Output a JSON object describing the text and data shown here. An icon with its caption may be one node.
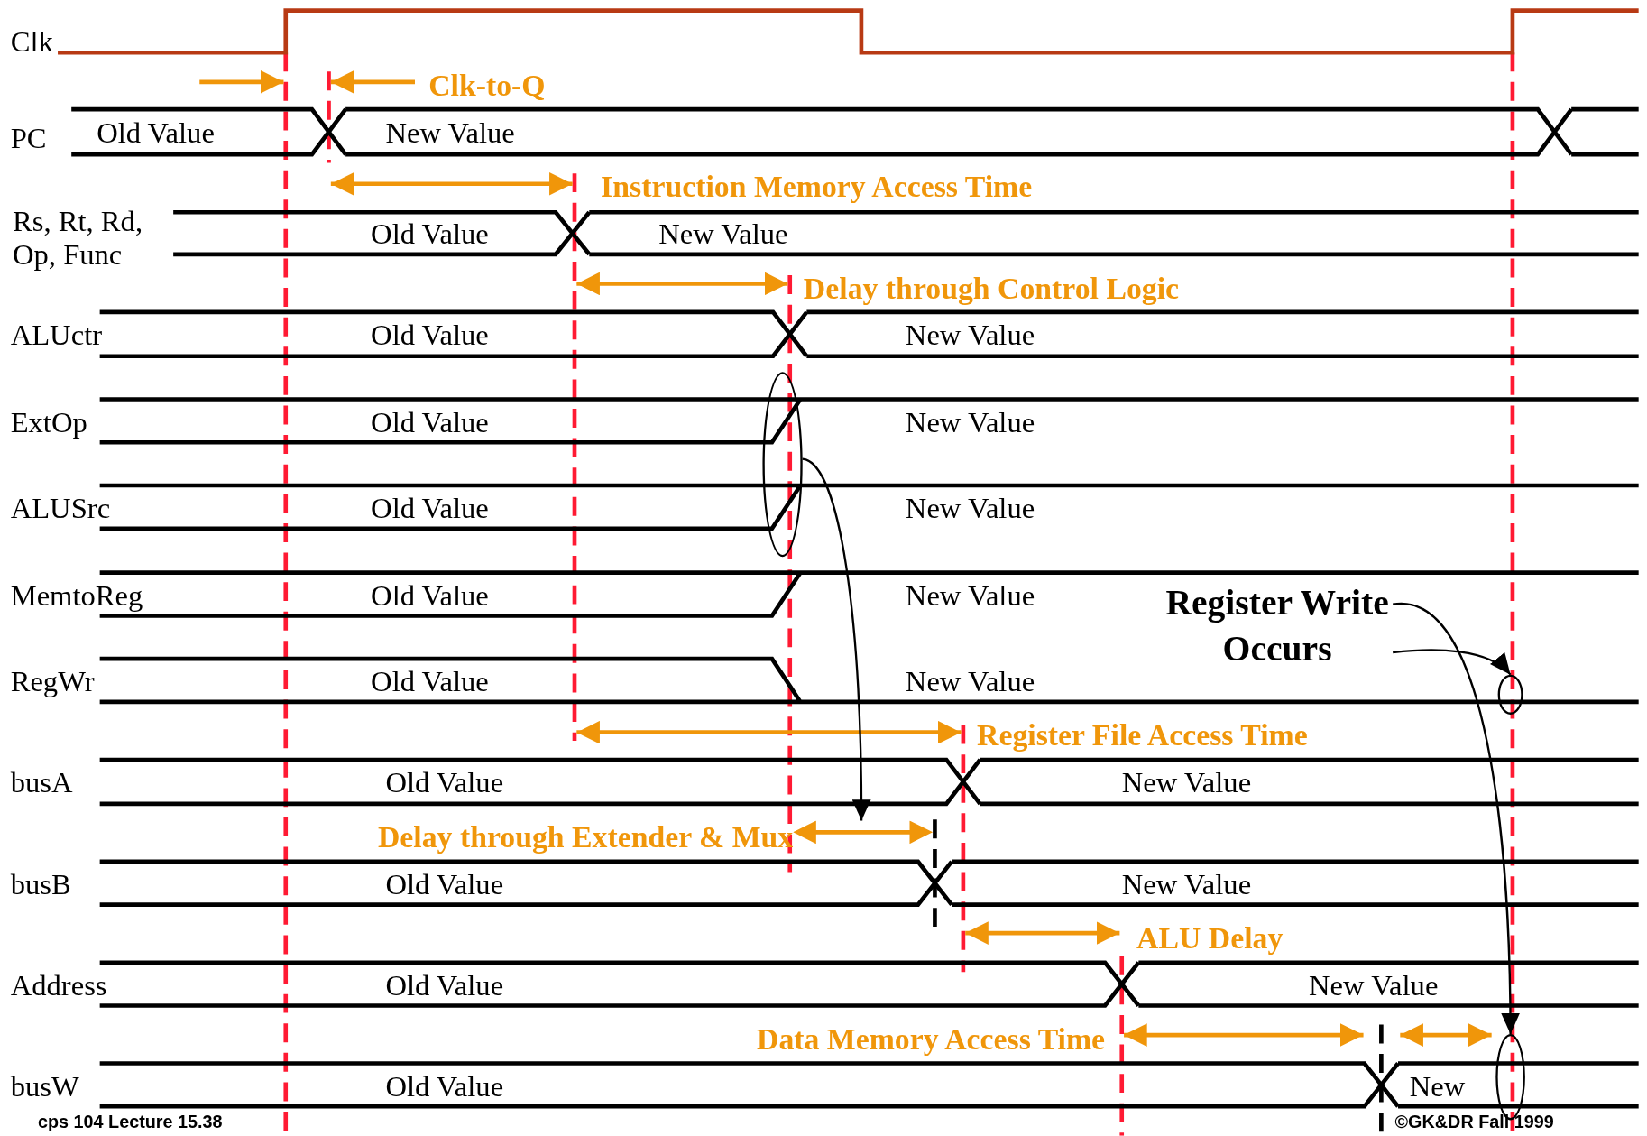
{
  "diagram": {
    "nodes": [
      {
        "text": [],
        "shape": "ellipse"
      },
      {
        "text": [
          "Register Write Occurs"
        ]
      },
      {
        "text": [],
        "shape": "ellipse"
      },
      {
        "text": [],
        "shape": "ellipse"
      },
      {
        "text": [],
        "shape": "arrow"
      }
    ],
    "edges": [
      {
        "from": 0,
        "to": 4,
        "arrow": "to"
      },
      {
        "from": 1,
        "to": 2,
        "arrow": "to"
      },
      {
        "from": 1,
        "to": 3,
        "arrow": "to"
      }
    ],
    "labels": [
      "Clk",
      "Clk-to-Q",
      "PC",
      "Old Value",
      "New Value",
      "Instruction Memory Access Time",
      "Rs, Rt, Rd, Op, Func",
      "Old Value",
      "New Value",
      "Delay through Control Logic",
      "ALUctr",
      "Old Value",
      "New Value",
      "ExtOp",
      "Old Value",
      "New Value",
      "ALUSrc",
      "Old Value",
      "New Value",
      "MemtoReg",
      "Old Value",
      "New Value",
      "RegWr",
      "Old Value",
      "New Value",
      "Register File Access Time",
      "busA",
      "Old Value",
      "New Value",
      "Delay through Extender & Mux",
      "busB",
      "Old Value",
      "New Value",
      "ALU Delay",
      "Address",
      "Old Value",
      "New Value",
      "Data Memory Access Time",
      "busW",
      "Old Value",
      "New",
      "cps 104  Lecture 15.38",
      "©GK&DR Fall 1999"
    ]
  }
}
